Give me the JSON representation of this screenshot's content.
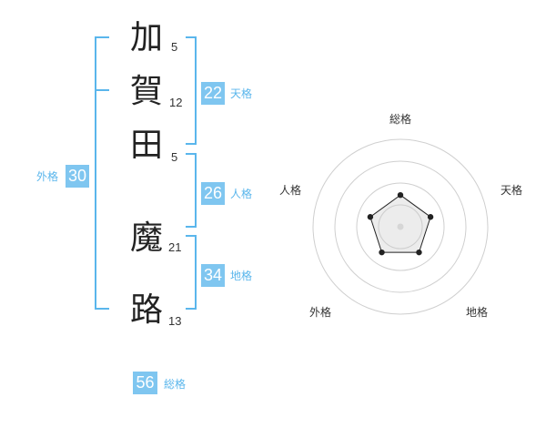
{
  "name_chars": [
    {
      "char": "加",
      "strokes": "5"
    },
    {
      "char": "賀",
      "strokes": "12"
    },
    {
      "char": "田",
      "strokes": "5"
    },
    {
      "char": "魔",
      "strokes": "21"
    },
    {
      "char": "路",
      "strokes": "13"
    }
  ],
  "scores": {
    "tenkaku": {
      "value": "22",
      "label": "天格"
    },
    "jinkaku": {
      "value": "26",
      "label": "人格"
    },
    "chikaku": {
      "value": "34",
      "label": "地格"
    },
    "gaikaku": {
      "value": "30",
      "label": "外格"
    },
    "soukaku": {
      "value": "56",
      "label": "総格"
    }
  },
  "colors": {
    "accent": "#7fc6f0",
    "accent_text": "#5ab6ec"
  },
  "chart_data": {
    "type": "radar",
    "axes": [
      "総格",
      "天格",
      "地格",
      "外格",
      "人格"
    ],
    "ring_count": 4,
    "series": [
      {
        "values": [
          1,
          1,
          1,
          1,
          1
        ]
      }
    ]
  }
}
